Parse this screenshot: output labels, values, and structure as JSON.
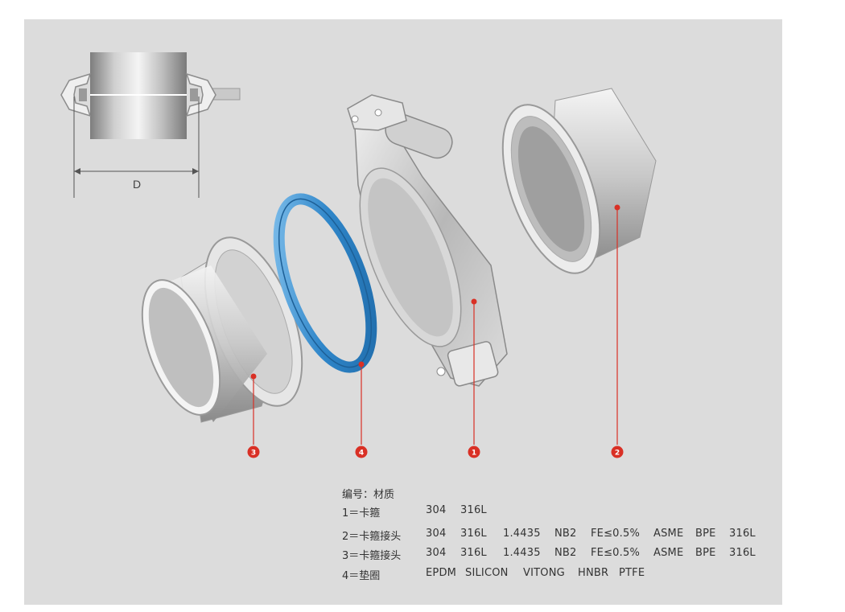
{
  "diagram": {
    "dimension_label": "D",
    "callouts": [
      {
        "id": "callout-3",
        "number": "3",
        "color": "#d93025"
      },
      {
        "id": "callout-4",
        "number": "4",
        "color": "#d93025"
      },
      {
        "id": "callout-1",
        "number": "1",
        "color": "#d93025"
      },
      {
        "id": "callout-2",
        "number": "2",
        "color": "#d93025"
      }
    ]
  },
  "legend": {
    "header": "编号：材质",
    "rows": [
      {
        "item": "1＝卡箍",
        "materials": [
          "304",
          "316L"
        ]
      },
      {
        "item": "2＝卡箍接头",
        "materials": [
          "304",
          "316L",
          "1.4435",
          "NB2",
          "FE≤0.5%",
          "ASME",
          "BPE",
          "316L"
        ]
      },
      {
        "item": "3＝卡箍接头",
        "materials": [
          "304",
          "316L",
          "1.4435",
          "NB2",
          "FE≤0.5%",
          "ASME",
          "BPE",
          "316L"
        ]
      },
      {
        "item": "4＝垫圈",
        "materials": [
          "EPDM",
          "SILICON",
          "VITONG",
          "HNBR",
          "PTFE"
        ]
      }
    ]
  },
  "colors": {
    "panel": "#dcdcdc",
    "metal_light": "#f2f2f2",
    "metal_dark": "#8c8c8c",
    "gasket_blue": "#3b8fd1",
    "callout_red": "#d93025"
  }
}
